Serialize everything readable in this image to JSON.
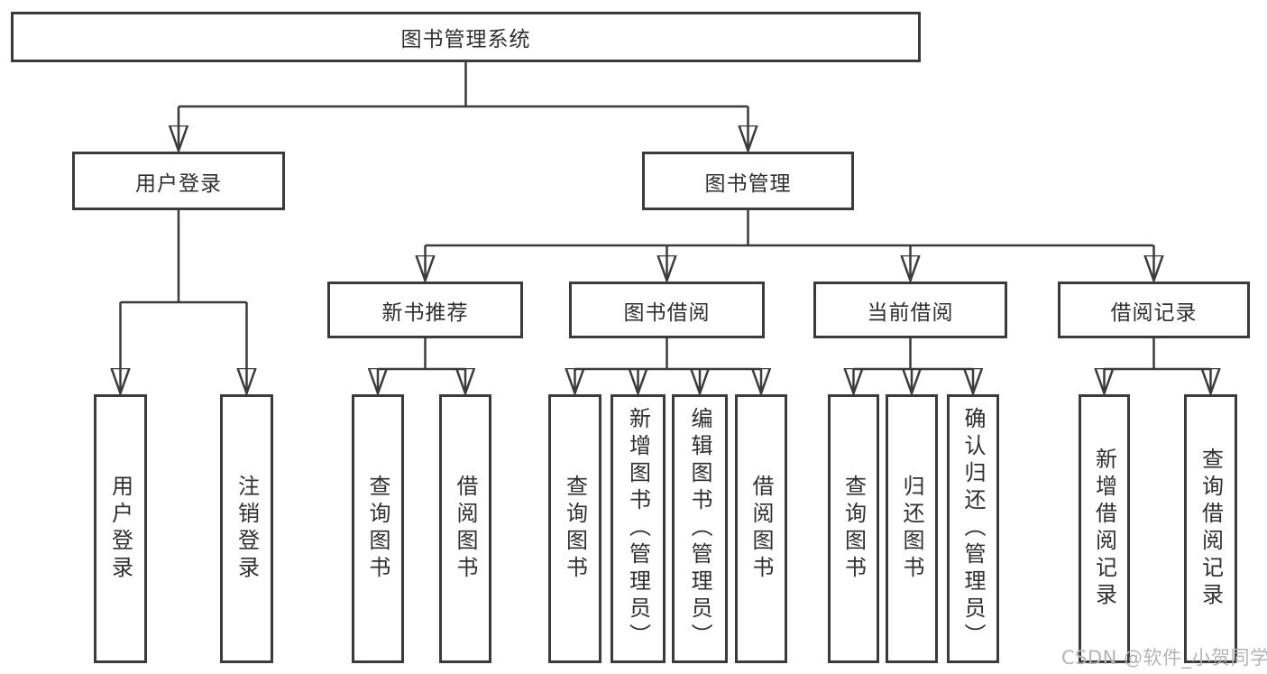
{
  "tree": {
    "root": {
      "label": "图书管理系统",
      "children": [
        {
          "label": "用户登录",
          "children": [
            {
              "label": "用户登录"
            },
            {
              "label": "注销登录"
            }
          ]
        },
        {
          "label": "图书管理",
          "children": [
            {
              "label": "新书推荐",
              "children": [
                {
                  "label": "查询图书"
                },
                {
                  "label": "借阅图书"
                }
              ]
            },
            {
              "label": "图书借阅",
              "children": [
                {
                  "label": "查询图书"
                },
                {
                  "label": "新增图书（管理员）"
                },
                {
                  "label": "编辑图书（管理员）"
                },
                {
                  "label": "借阅图书"
                }
              ]
            },
            {
              "label": "当前借阅",
              "children": [
                {
                  "label": "查询图书"
                },
                {
                  "label": "归还图书"
                },
                {
                  "label": "确认归还（管理员）"
                }
              ]
            },
            {
              "label": "借阅记录",
              "children": [
                {
                  "label": "新增借阅记录"
                },
                {
                  "label": "查询借阅记录"
                }
              ]
            }
          ]
        }
      ]
    }
  },
  "watermark": {
    "text": "CSDN @软件_小贺同学",
    "color": "#b4b4b4"
  },
  "colors": {
    "line": "#3b3b3b",
    "box_border": "#3b3b3b",
    "box_fill": "#ffffff",
    "text": "#2f2f2f",
    "background": "#ffffff"
  }
}
